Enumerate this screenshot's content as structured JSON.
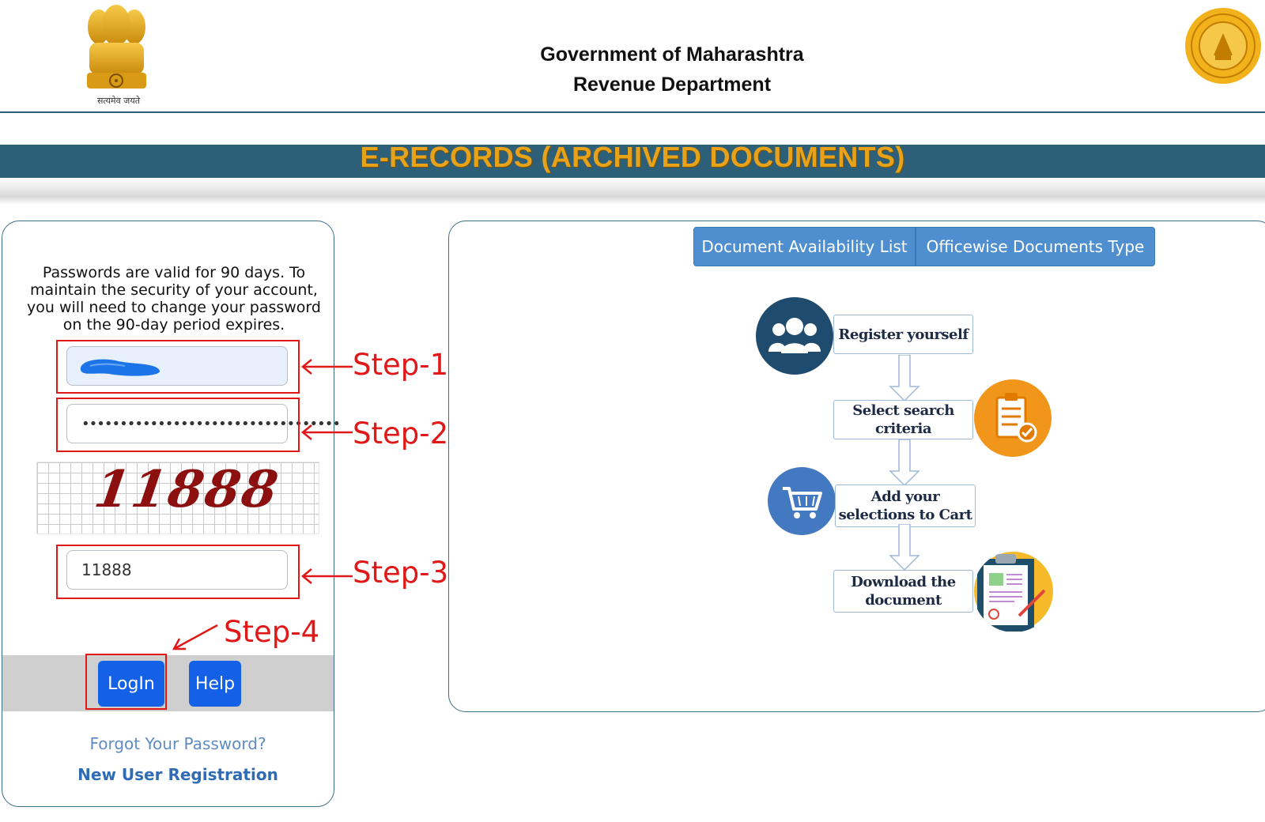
{
  "header": {
    "emblem_motto": "सत्यमेव जयते",
    "title_line1": "Government of Maharashtra",
    "title_line2": "Revenue Department"
  },
  "banner": {
    "title": "E-RECORDS (ARCHIVED DOCUMENTS)"
  },
  "login": {
    "password_note": "Passwords are valid for 90 days. To maintain the security of your account, you will need to change your password on the 90-day period expires.",
    "username_value": "",
    "password_value": "••••••••••••••••••••••••••••••••••",
    "captcha_image_text": "11888",
    "captcha_input_value": "11888",
    "login_label": "LogIn",
    "help_label": "Help",
    "forgot_link": "Forgot Your Password?",
    "new_user_link": "New User Registration"
  },
  "annotations": {
    "step1": "Step-1",
    "step2": "Step-2",
    "step3": "Step-3",
    "step4": "Step-4"
  },
  "tabs": [
    {
      "label": "Document Availability List"
    },
    {
      "label": "Officewise Documents Type"
    }
  ],
  "flow": {
    "steps": [
      {
        "label": "Register yourself",
        "icon": "users-icon"
      },
      {
        "label": "Select search criteria",
        "icon": "clipboard-checklist-icon"
      },
      {
        "label": "Add your selections to Cart",
        "icon": "cart-icon"
      },
      {
        "label": "Download the document",
        "icon": "document-icon"
      }
    ]
  },
  "colors": {
    "banner_bg": "#2e5f78",
    "banner_text": "#e7a21a",
    "button_blue": "#1460e6",
    "tab_blue": "#4f8fd0",
    "annotation_red": "#e01818"
  }
}
